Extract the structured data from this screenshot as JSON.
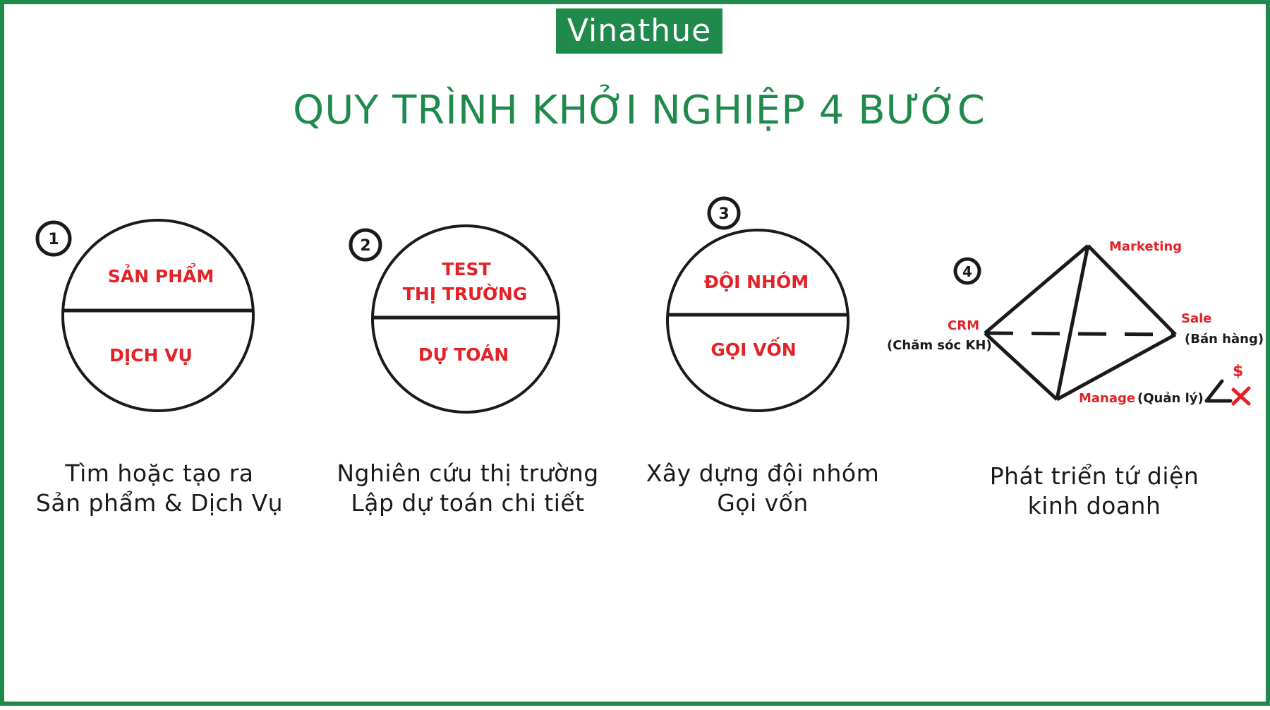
{
  "brand": "Vinathue",
  "title": "QUY TRÌNH KHỞI NGHIỆP 4 BƯỚC",
  "steps": [
    {
      "number": "1",
      "top": "SẢN PHẨM",
      "bottom": "DỊCH VỤ",
      "caption": [
        "Tìm hoặc tạo ra",
        "Sản phẩm & Dịch Vụ"
      ]
    },
    {
      "number": "2",
      "top": [
        "TEST",
        "THỊ TRƯỜNG"
      ],
      "bottom": "DỰ TOÁN",
      "caption": [
        "Nghiên cứu thị trường",
        "Lập dự toán chi tiết"
      ]
    },
    {
      "number": "3",
      "top": "ĐỘI NHÓM",
      "bottom": "GỌI VỐN",
      "caption": [
        "Xây dựng đội nhóm",
        "Gọi vốn"
      ]
    },
    {
      "number": "4",
      "caption": [
        "Phát triển tứ diện",
        "kinh doanh"
      ]
    }
  ],
  "tetrahedron": {
    "marketing": "Marketing",
    "crm": "CRM",
    "crm_note": "(Chăm sóc KH)",
    "sale": "Sale",
    "sale_note": "(Bán hàng)",
    "manage": "Manage",
    "manage_note": "(Quản lý)",
    "dollar": "$"
  },
  "colors": {
    "brand_green": "#1f8a4c",
    "label_red": "#e32228",
    "ink": "#1a1a1a"
  }
}
